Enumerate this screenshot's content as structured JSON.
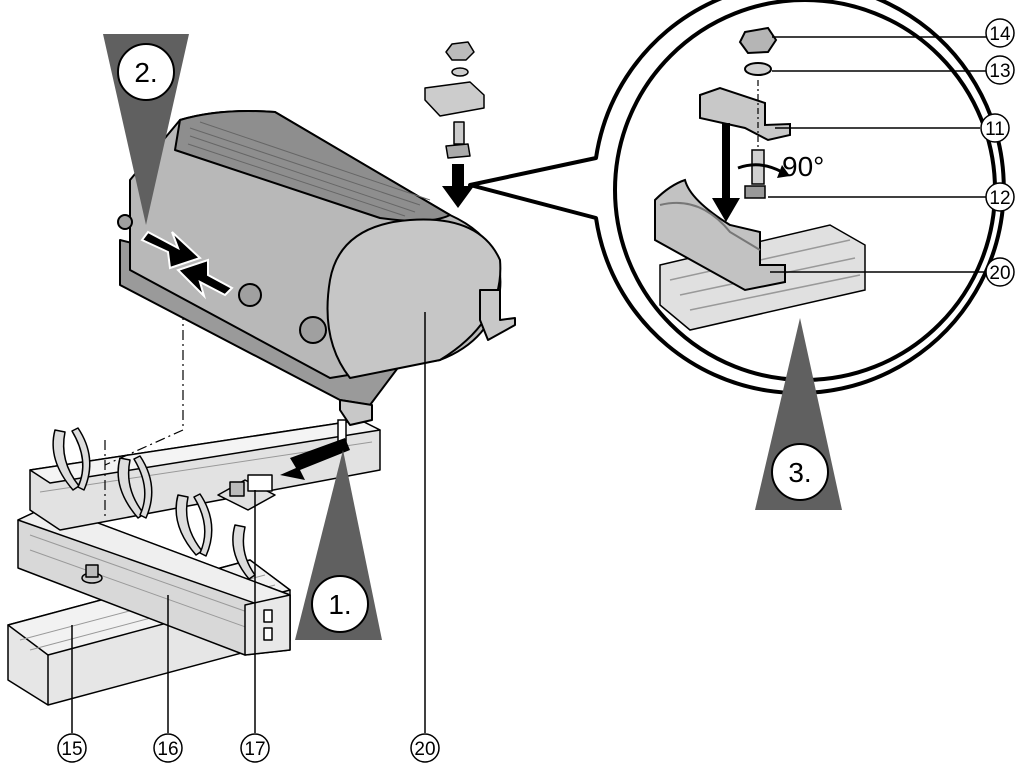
{
  "steps": [
    {
      "id": "step-1",
      "label": "1."
    },
    {
      "id": "step-2",
      "label": "2."
    },
    {
      "id": "step-3",
      "label": "3."
    }
  ],
  "callouts": {
    "c14": "14",
    "c13": "13",
    "c11": "11",
    "c12": "12",
    "c20_detail": "20",
    "c15": "15",
    "c16": "16",
    "c17": "17",
    "c20_main": "20"
  },
  "rotation_label": "90°",
  "colors": {
    "line": "#000000",
    "step_marker": "#606060",
    "housing": "#b4b4b4",
    "rail": "#d0d0d0"
  }
}
